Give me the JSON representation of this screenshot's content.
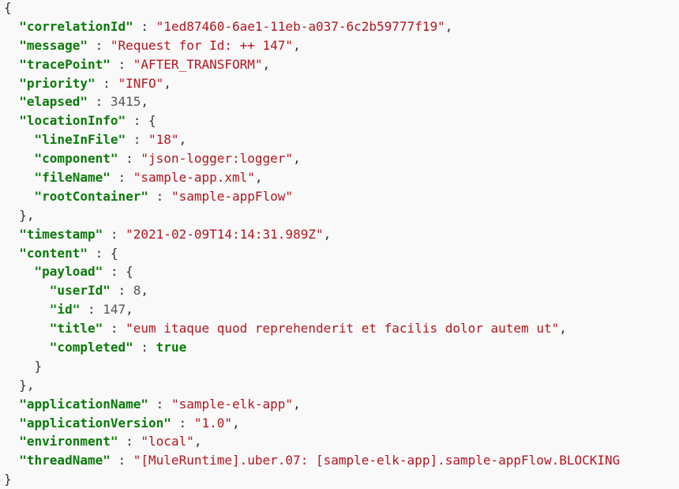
{
  "colors": {
    "key": "#0a7a0a",
    "string": "#b5161e",
    "number": "#555555",
    "background": "#f9f9f9"
  },
  "lines": [
    {
      "indent": 0,
      "open": "{"
    },
    {
      "indent": 1,
      "key": "\"correlationId\"",
      "value": "\"1ed87460-6ae1-11eb-a037-6c2b59777f19\"",
      "type": "str",
      "end": ","
    },
    {
      "indent": 1,
      "key": "\"message\"",
      "value": "\"Request for Id: ++ 147\"",
      "type": "str",
      "end": ","
    },
    {
      "indent": 1,
      "key": "\"tracePoint\"",
      "value": "\"AFTER_TRANSFORM\"",
      "type": "str",
      "end": ","
    },
    {
      "indent": 1,
      "key": "\"priority\"",
      "value": "\"INFO\"",
      "type": "str",
      "end": ","
    },
    {
      "indent": 1,
      "key": "\"elapsed\"",
      "value": "3415",
      "type": "num",
      "end": ","
    },
    {
      "indent": 1,
      "key": "\"locationInfo\"",
      "value": "{",
      "type": "punct",
      "end": ""
    },
    {
      "indent": 2,
      "key": "\"lineInFile\"",
      "value": "\"18\"",
      "type": "str",
      "end": ","
    },
    {
      "indent": 2,
      "key": "\"component\"",
      "value": "\"json-logger:logger\"",
      "type": "str",
      "end": ","
    },
    {
      "indent": 2,
      "key": "\"fileName\"",
      "value": "\"sample-app.xml\"",
      "type": "str",
      "end": ","
    },
    {
      "indent": 2,
      "key": "\"rootContainer\"",
      "value": "\"sample-appFlow\"",
      "type": "str",
      "end": ""
    },
    {
      "indent": 1,
      "open": "},"
    },
    {
      "indent": 1,
      "key": "\"timestamp\"",
      "value": "\"2021-02-09T14:14:31.989Z\"",
      "type": "str",
      "end": ","
    },
    {
      "indent": 1,
      "key": "\"content\"",
      "value": "{",
      "type": "punct",
      "end": ""
    },
    {
      "indent": 2,
      "key": "\"payload\"",
      "value": "{",
      "type": "punct",
      "end": ""
    },
    {
      "indent": 3,
      "key": "\"userId\"",
      "value": "8",
      "type": "num",
      "end": ","
    },
    {
      "indent": 3,
      "key": "\"id\"",
      "value": "147",
      "type": "num",
      "end": ","
    },
    {
      "indent": 3,
      "key": "\"title\"",
      "value": "\"eum itaque quod reprehenderit et facilis dolor autem ut\"",
      "type": "str",
      "end": ","
    },
    {
      "indent": 3,
      "key": "\"completed\"",
      "value": "true",
      "type": "bool",
      "end": ""
    },
    {
      "indent": 2,
      "open": "}"
    },
    {
      "indent": 1,
      "open": "},"
    },
    {
      "indent": 1,
      "key": "\"applicationName\"",
      "value": "\"sample-elk-app\"",
      "type": "str",
      "end": ","
    },
    {
      "indent": 1,
      "key": "\"applicationVersion\"",
      "value": "\"1.0\"",
      "type": "str",
      "end": ","
    },
    {
      "indent": 1,
      "key": "\"environment\"",
      "value": "\"local\"",
      "type": "str",
      "end": ","
    },
    {
      "indent": 1,
      "key": "\"threadName\"",
      "value": "\"[MuleRuntime].uber.07: [sample-elk-app].sample-appFlow.BLOCKING",
      "type": "str",
      "end": ""
    },
    {
      "indent": 0,
      "open": "}"
    }
  ],
  "separator": " : "
}
